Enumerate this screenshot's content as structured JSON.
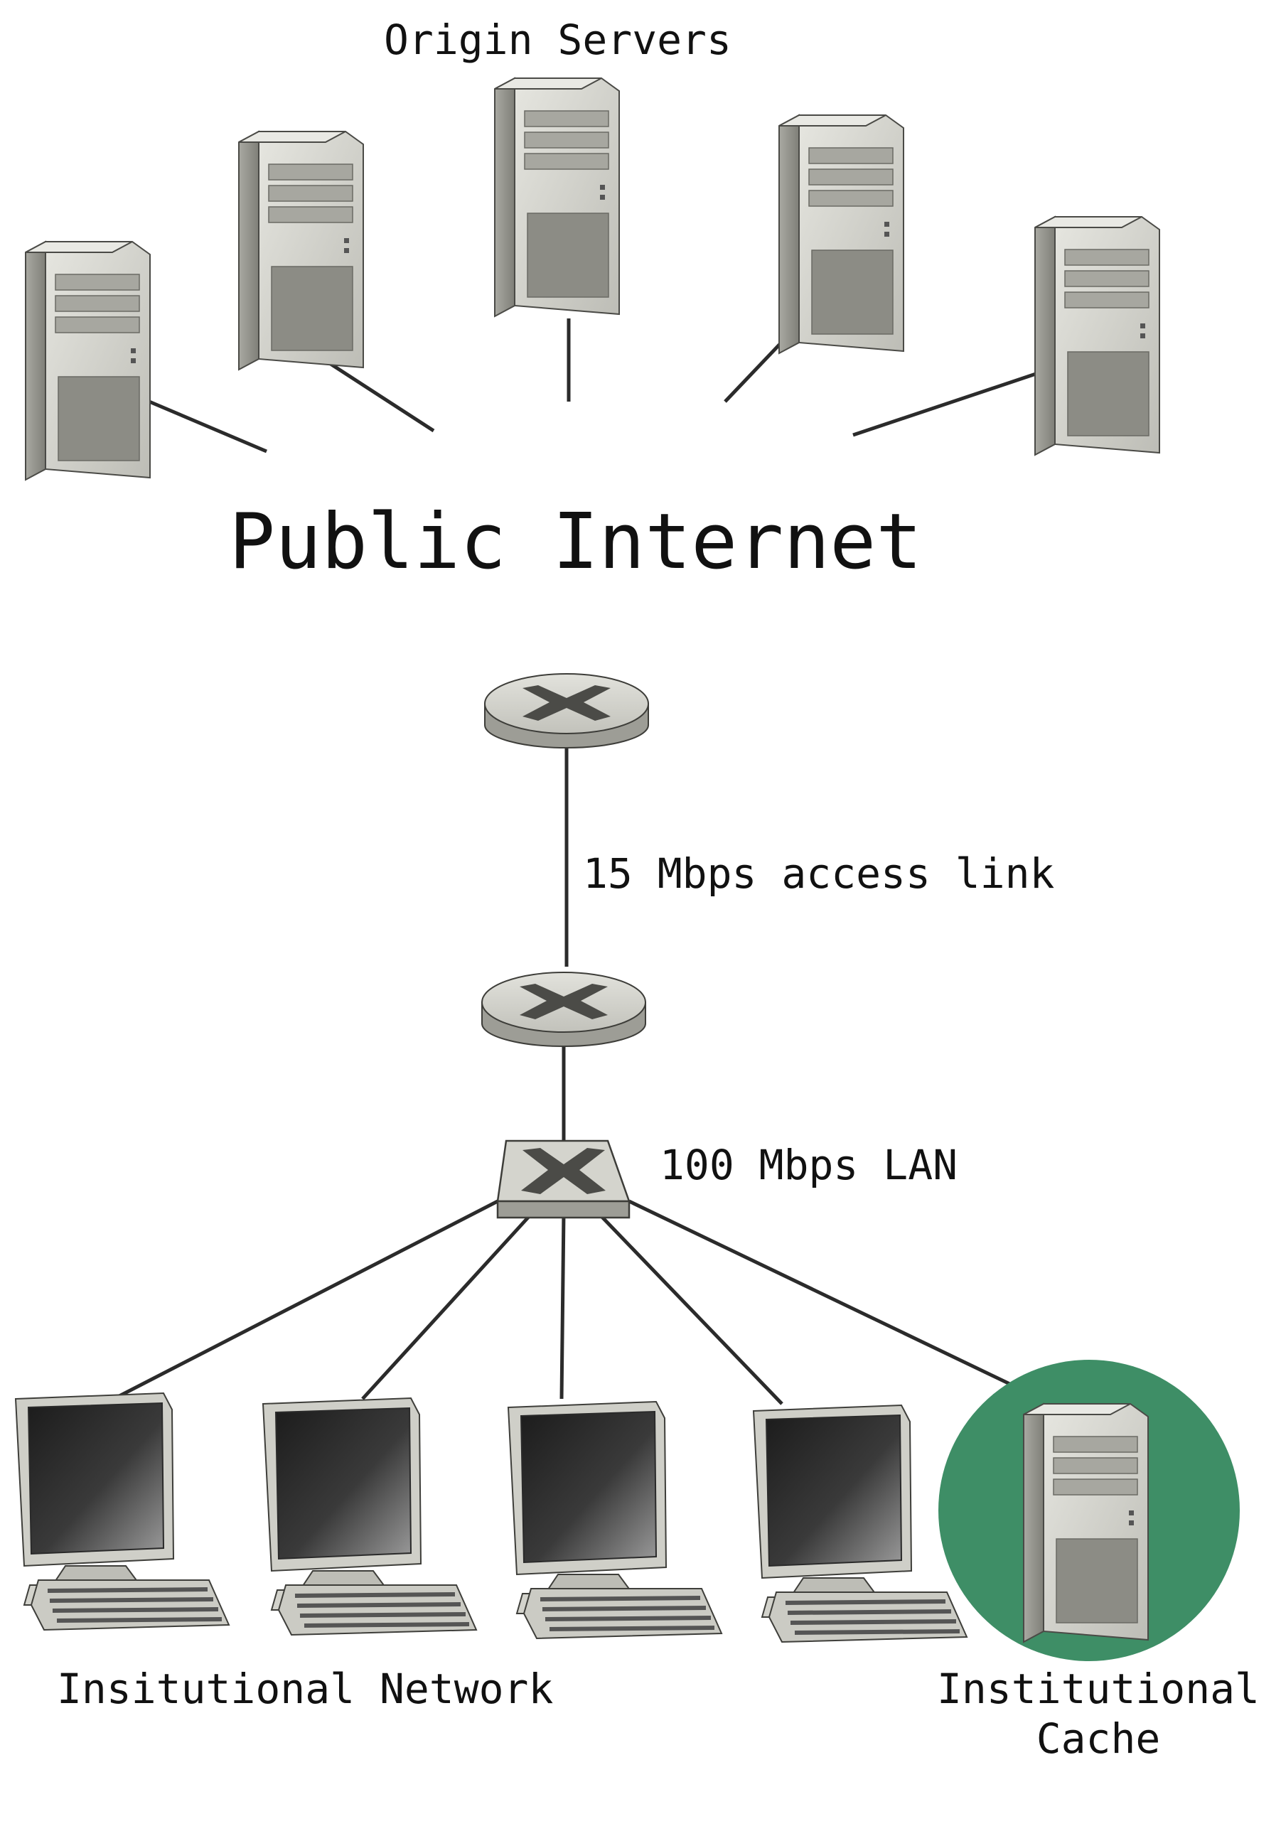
{
  "labels": {
    "origin_servers": "Origin Servers",
    "public_internet": "Public Internet",
    "access_link": "15 Mbps access link",
    "lan": "100 Mbps LAN",
    "institutional_network": "Insitutional Network",
    "cache_line1": "Institutional",
    "cache_line2": "Cache"
  },
  "colors": {
    "cache_highlight": "#3e8e66",
    "line": "#2b2b2b",
    "device_body": "#d4d4cd",
    "device_dark": "#8f8f88"
  },
  "icons": {
    "origin_server": "server-tower-icon",
    "router": "router-icon",
    "switch": "ethernet-switch-icon",
    "host": "desktop-computer-icon",
    "cache": "server-tower-icon"
  }
}
